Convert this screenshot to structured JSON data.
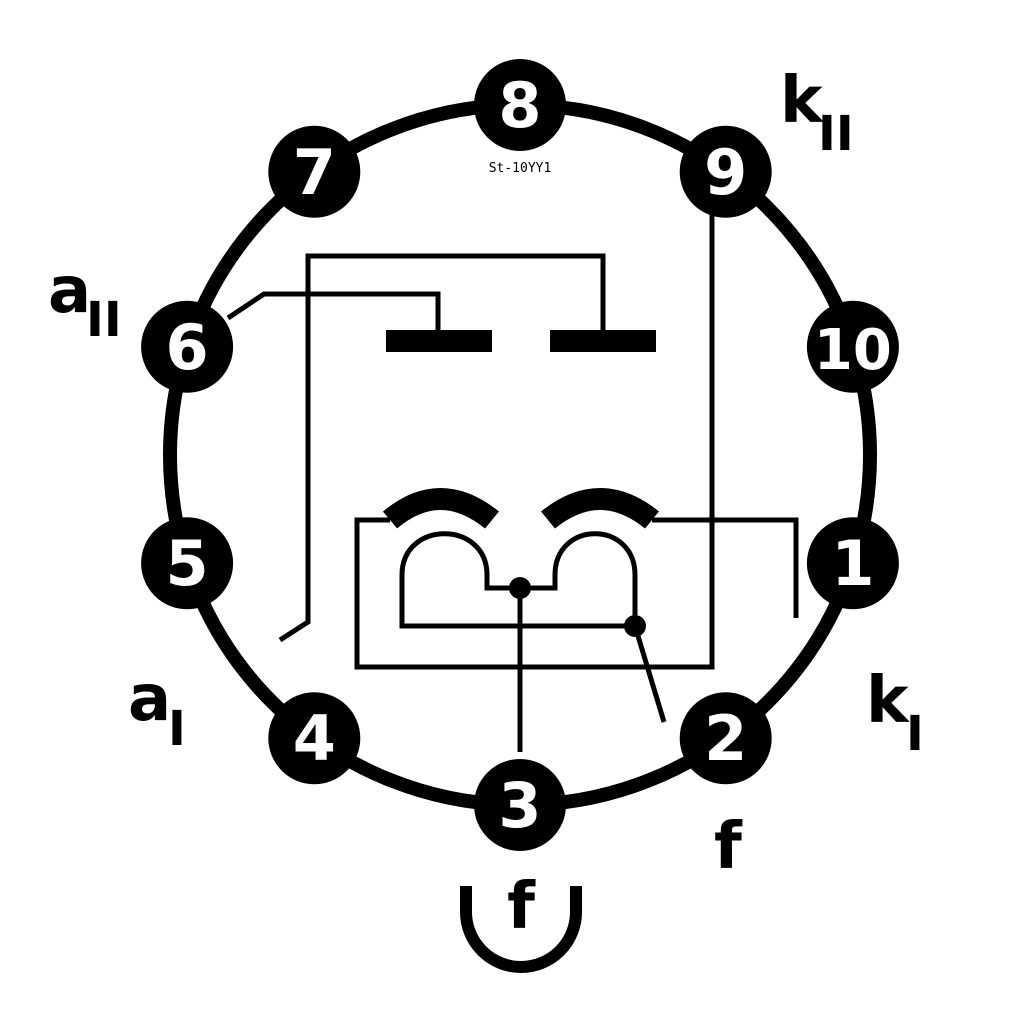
{
  "diagram": {
    "code": "St-10YY1",
    "pins": [
      "8",
      "9",
      "10",
      "1",
      "2",
      "3",
      "4",
      "5",
      "6",
      "7"
    ],
    "labels": {
      "k2_main": "k",
      "k2_sub": "II",
      "a2_main": "a",
      "a2_sub": "II",
      "a1_main": "a",
      "a1_sub": "I",
      "k1_main": "k",
      "k1_sub": "I",
      "f_pin2": "f",
      "f_bottom": "f"
    },
    "colors": {
      "ink": "#000000",
      "pin_text": "#ffffff",
      "background": "#ffffff"
    }
  }
}
